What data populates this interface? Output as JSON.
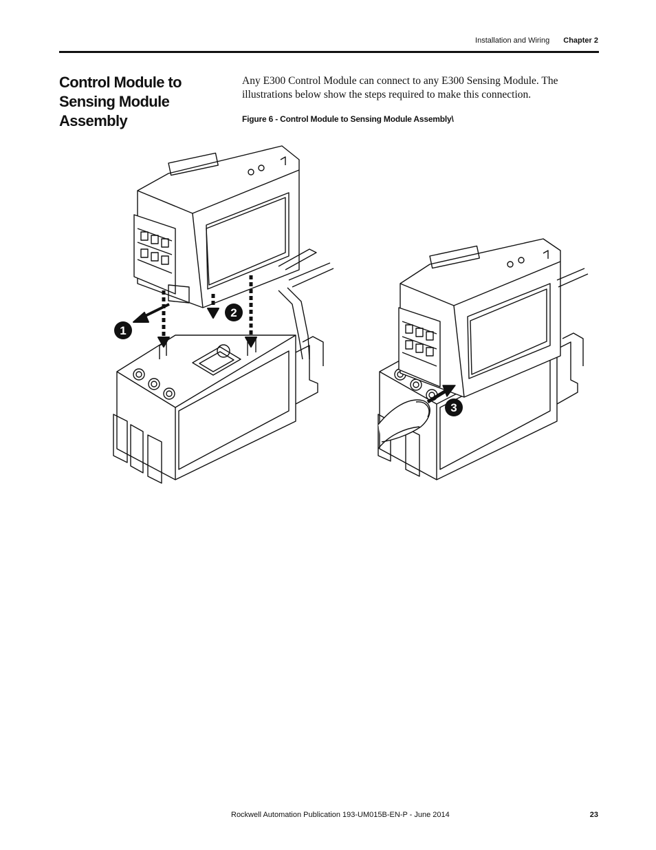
{
  "header": {
    "section": "Installation and Wiring",
    "chapter": "Chapter 2"
  },
  "section_title": "Control Module to Sensing Module Assembly",
  "body_text": "Any E300 Control Module can connect to any E300 Sensing Module. The illustrations below show the steps required to make this connection.",
  "figure": {
    "caption": "Figure 6 - Control Module to Sensing Module Assembly\\",
    "steps": [
      "1",
      "2",
      "3"
    ],
    "callout_color": "#111111"
  },
  "footer": {
    "publication": "Rockwell Automation Publication 193-UM015B-EN-P - June 2014",
    "page_number": "23"
  }
}
